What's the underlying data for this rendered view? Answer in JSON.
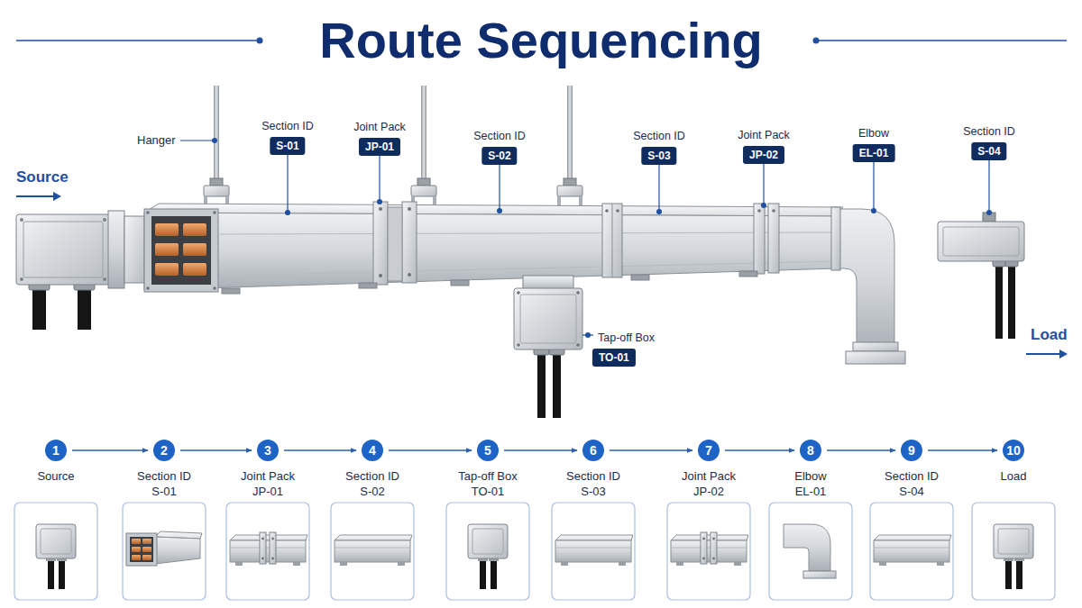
{
  "diagram": {
    "title": "Route Sequencing",
    "nodes": [
      {
        "text": [
          "Section ID",
          "S-01"
        ]
      },
      {
        "text": [
          "Joint Pack",
          "JP-01"
        ]
      },
      {
        "text": [
          "Section ID",
          "S-02"
        ]
      },
      {
        "text": [
          "Section ID",
          "S-03"
        ]
      },
      {
        "text": [
          "Joint Pack",
          "JP-02"
        ]
      },
      {
        "text": [
          "Elbow",
          "EL-01"
        ]
      },
      {
        "text": [
          "Section ID",
          "S-04"
        ]
      },
      {
        "text": [
          "Tap-off Box",
          "TO-01"
        ]
      },
      {
        "text": [
          "1",
          "Source"
        ]
      },
      {
        "text": [
          "2",
          "Section ID",
          "S-01"
        ]
      },
      {
        "text": [
          "3",
          "Joint Pack",
          "JP-01"
        ]
      },
      {
        "text": [
          "4",
          "Section ID",
          "S-02"
        ]
      },
      {
        "text": [
          "5",
          "Tap-off Box",
          "TO-01"
        ]
      },
      {
        "text": [
          "6",
          "Section ID",
          "S-03"
        ]
      },
      {
        "text": [
          "7",
          "Joint Pack",
          "JP-02"
        ]
      },
      {
        "text": [
          "8",
          "Elbow",
          "EL-01"
        ]
      },
      {
        "text": [
          "9",
          "Section ID",
          "S-04"
        ]
      },
      {
        "text": [
          "10",
          "Load"
        ]
      }
    ],
    "edges": [
      {
        "from": 8,
        "to": 9,
        "arrow": "to"
      },
      {
        "from": 9,
        "to": 10,
        "arrow": "to"
      },
      {
        "from": 10,
        "to": 11,
        "arrow": "to"
      },
      {
        "from": 11,
        "to": 12,
        "arrow": "to"
      },
      {
        "from": 12,
        "to": 13,
        "arrow": "to"
      },
      {
        "from": 13,
        "to": 14,
        "arrow": "to"
      },
      {
        "from": 14,
        "to": 15,
        "arrow": "to"
      },
      {
        "from": 15,
        "to": 16,
        "arrow": "to"
      },
      {
        "from": 16,
        "to": 17,
        "arrow": "to"
      }
    ],
    "labels": [
      "Hanger",
      "Source",
      "Load"
    ]
  }
}
